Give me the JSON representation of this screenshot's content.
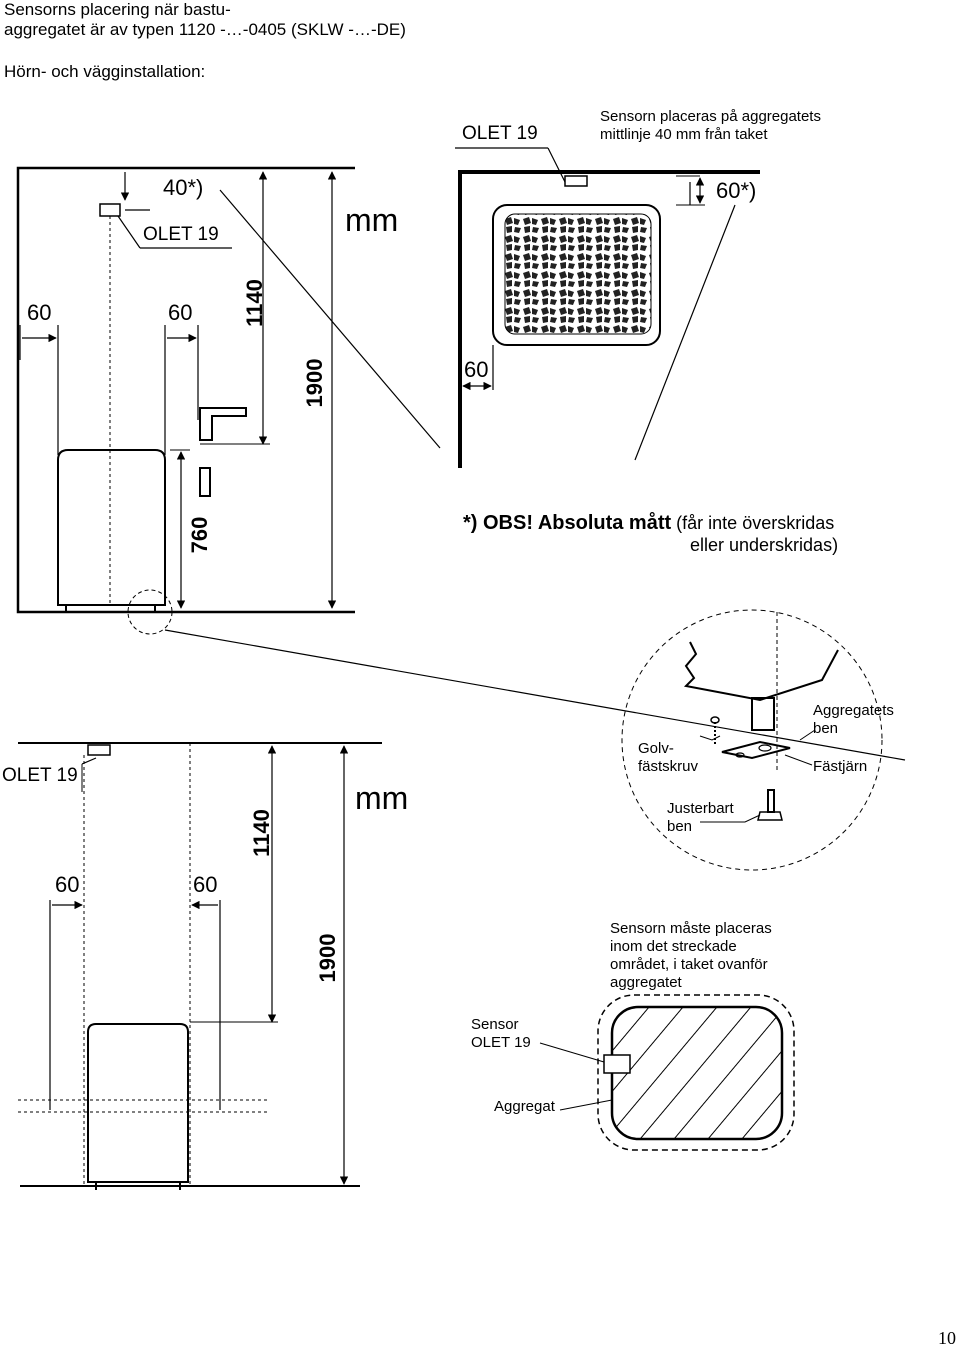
{
  "header": {
    "title_line1": "Sensorns placering när bastu-",
    "title_line2": "aggregatet är av typen 1120 -…-0405  (SKLW -…-DE)",
    "subtitle": "Hörn- och vägginstallation:"
  },
  "top": {
    "olet_label": "OLET 19",
    "sensor_note_line1": "Sensorn placeras på aggregatets",
    "sensor_note_line2": "mittlinje 40 mm från taket",
    "dim_40": "40*)",
    "olet_label_2": "OLET 19",
    "unit": "mm",
    "dim_60_top": "60*)",
    "dim_60_left": "60",
    "dim_60_mid": "60",
    "dim_1140": "1140",
    "dim_1900": "1900",
    "dim_60_corner": "60",
    "dim_760": "760",
    "obs_bold": "*) OBS! Absoluta mått",
    "obs_normal": "(får inte överskridas",
    "obs_line2": "eller underskridas)"
  },
  "detail": {
    "aggregatets_ben_line1": "Aggregatets",
    "aggregatets_ben_line2": "ben",
    "golv_line1": "Golv-",
    "golv_line2": "fästskruv",
    "fastjarn": "Fästjärn",
    "justerbart_line1": "Justerbart",
    "justerbart_line2": "ben"
  },
  "bottom": {
    "olet_label": "OLET 19",
    "unit": "mm",
    "dim_60_left": "60",
    "dim_60_right": "60",
    "dim_1140": "1140",
    "dim_1900": "1900",
    "sensor_note_line1": "Sensorn måste placeras",
    "sensor_note_line2": "inom det streckade",
    "sensor_note_line3": "området, i taket ovanför",
    "sensor_note_line4": "aggregatet",
    "sensor_label_line1": "Sensor",
    "sensor_label_line2": "OLET 19",
    "aggregat_label": "Aggregat"
  },
  "page_number": "10"
}
